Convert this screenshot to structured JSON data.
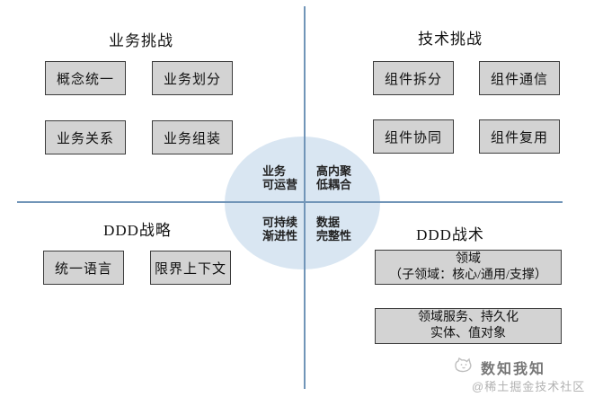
{
  "diagram": {
    "quadrants": {
      "top_left": {
        "title": "业务挑战",
        "boxes": [
          "概念统一",
          "业务划分",
          "业务关系",
          "业务组装"
        ]
      },
      "top_right": {
        "title": "技术挑战",
        "boxes": [
          "组件拆分",
          "组件通信",
          "组件协同",
          "组件复用"
        ]
      },
      "bottom_left": {
        "title": "DDD战略",
        "boxes": [
          "统一语言",
          "限界上下文"
        ]
      },
      "bottom_right": {
        "title": "DDD战术",
        "boxes": [
          {
            "line1": "领域",
            "line2": "（子领域：核心/通用/支撑）"
          },
          {
            "line1": "领域服务、持久化",
            "line2": "实体、值对象"
          }
        ]
      }
    },
    "center_circle": {
      "top_left": {
        "line1": "业务",
        "line2": "可运营"
      },
      "top_right": {
        "line1": "高内聚",
        "line2": "低耦合"
      },
      "bottom_left": {
        "line1": "可持续",
        "line2": "渐进性"
      },
      "bottom_right": {
        "line1": "数据",
        "line2": "完整性"
      }
    },
    "colors": {
      "divider_line": "#7195b8",
      "circle_fill": "#d9e6f2",
      "box_fill": "#d3d3d3",
      "box_border": "#3c3c3c"
    }
  },
  "watermark": {
    "brand": "数知我知",
    "handle": "@稀土掘金技术社区",
    "logo": "cat-logo-icon"
  }
}
